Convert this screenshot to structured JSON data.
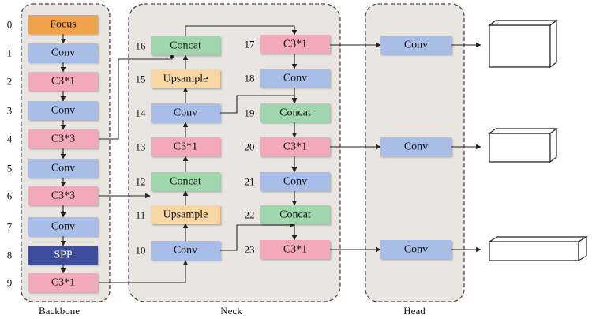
{
  "regions": {
    "backbone": "Backbone",
    "neck": "Neck",
    "head": "Head"
  },
  "colors": {
    "focus": "#f0a24f",
    "conv": "#a8bde7",
    "c3": "#f2a9b8",
    "upsample": "#f8d7a4",
    "concat": "#9fd6ad",
    "spp": "#3b4e9c"
  },
  "nodes": [
    {
      "id": "n0",
      "index": "0",
      "label": "Focus",
      "kind": "focus"
    },
    {
      "id": "n1",
      "index": "1",
      "label": "Conv",
      "kind": "conv"
    },
    {
      "id": "n2",
      "index": "2",
      "label": "C3*1",
      "kind": "c3"
    },
    {
      "id": "n3",
      "index": "3",
      "label": "Conv",
      "kind": "conv"
    },
    {
      "id": "n4",
      "index": "4",
      "label": "C3*3",
      "kind": "c3"
    },
    {
      "id": "n5",
      "index": "5",
      "label": "Conv",
      "kind": "conv"
    },
    {
      "id": "n6",
      "index": "6",
      "label": "C3*3",
      "kind": "c3"
    },
    {
      "id": "n7",
      "index": "7",
      "label": "Conv",
      "kind": "conv"
    },
    {
      "id": "n8",
      "index": "8",
      "label": "SPP",
      "kind": "spp"
    },
    {
      "id": "n9",
      "index": "9",
      "label": "C3*1",
      "kind": "c3"
    },
    {
      "id": "n10",
      "index": "10",
      "label": "Conv",
      "kind": "conv"
    },
    {
      "id": "n11",
      "index": "11",
      "label": "Upsample",
      "kind": "upsample"
    },
    {
      "id": "n12",
      "index": "12",
      "label": "Concat",
      "kind": "concat"
    },
    {
      "id": "n13",
      "index": "13",
      "label": "C3*1",
      "kind": "c3"
    },
    {
      "id": "n14",
      "index": "14",
      "label": "Conv",
      "kind": "conv"
    },
    {
      "id": "n15",
      "index": "15",
      "label": "Upsample",
      "kind": "upsample"
    },
    {
      "id": "n16",
      "index": "16",
      "label": "Concat",
      "kind": "concat"
    },
    {
      "id": "n17",
      "index": "17",
      "label": "C3*1",
      "kind": "c3"
    },
    {
      "id": "n18",
      "index": "18",
      "label": "Conv",
      "kind": "conv"
    },
    {
      "id": "n19",
      "index": "19",
      "label": "Concat",
      "kind": "concat"
    },
    {
      "id": "n20",
      "index": "20",
      "label": "C3*1",
      "kind": "c3"
    },
    {
      "id": "n21",
      "index": "21",
      "label": "Conv",
      "kind": "conv"
    },
    {
      "id": "n22",
      "index": "22",
      "label": "Concat",
      "kind": "concat"
    },
    {
      "id": "n23",
      "index": "23",
      "label": "C3*1",
      "kind": "c3"
    },
    {
      "id": "h1",
      "index": "",
      "label": "Conv",
      "kind": "conv"
    },
    {
      "id": "h2",
      "index": "",
      "label": "Conv",
      "kind": "conv"
    },
    {
      "id": "h3",
      "index": "",
      "label": "Conv",
      "kind": "conv"
    }
  ]
}
